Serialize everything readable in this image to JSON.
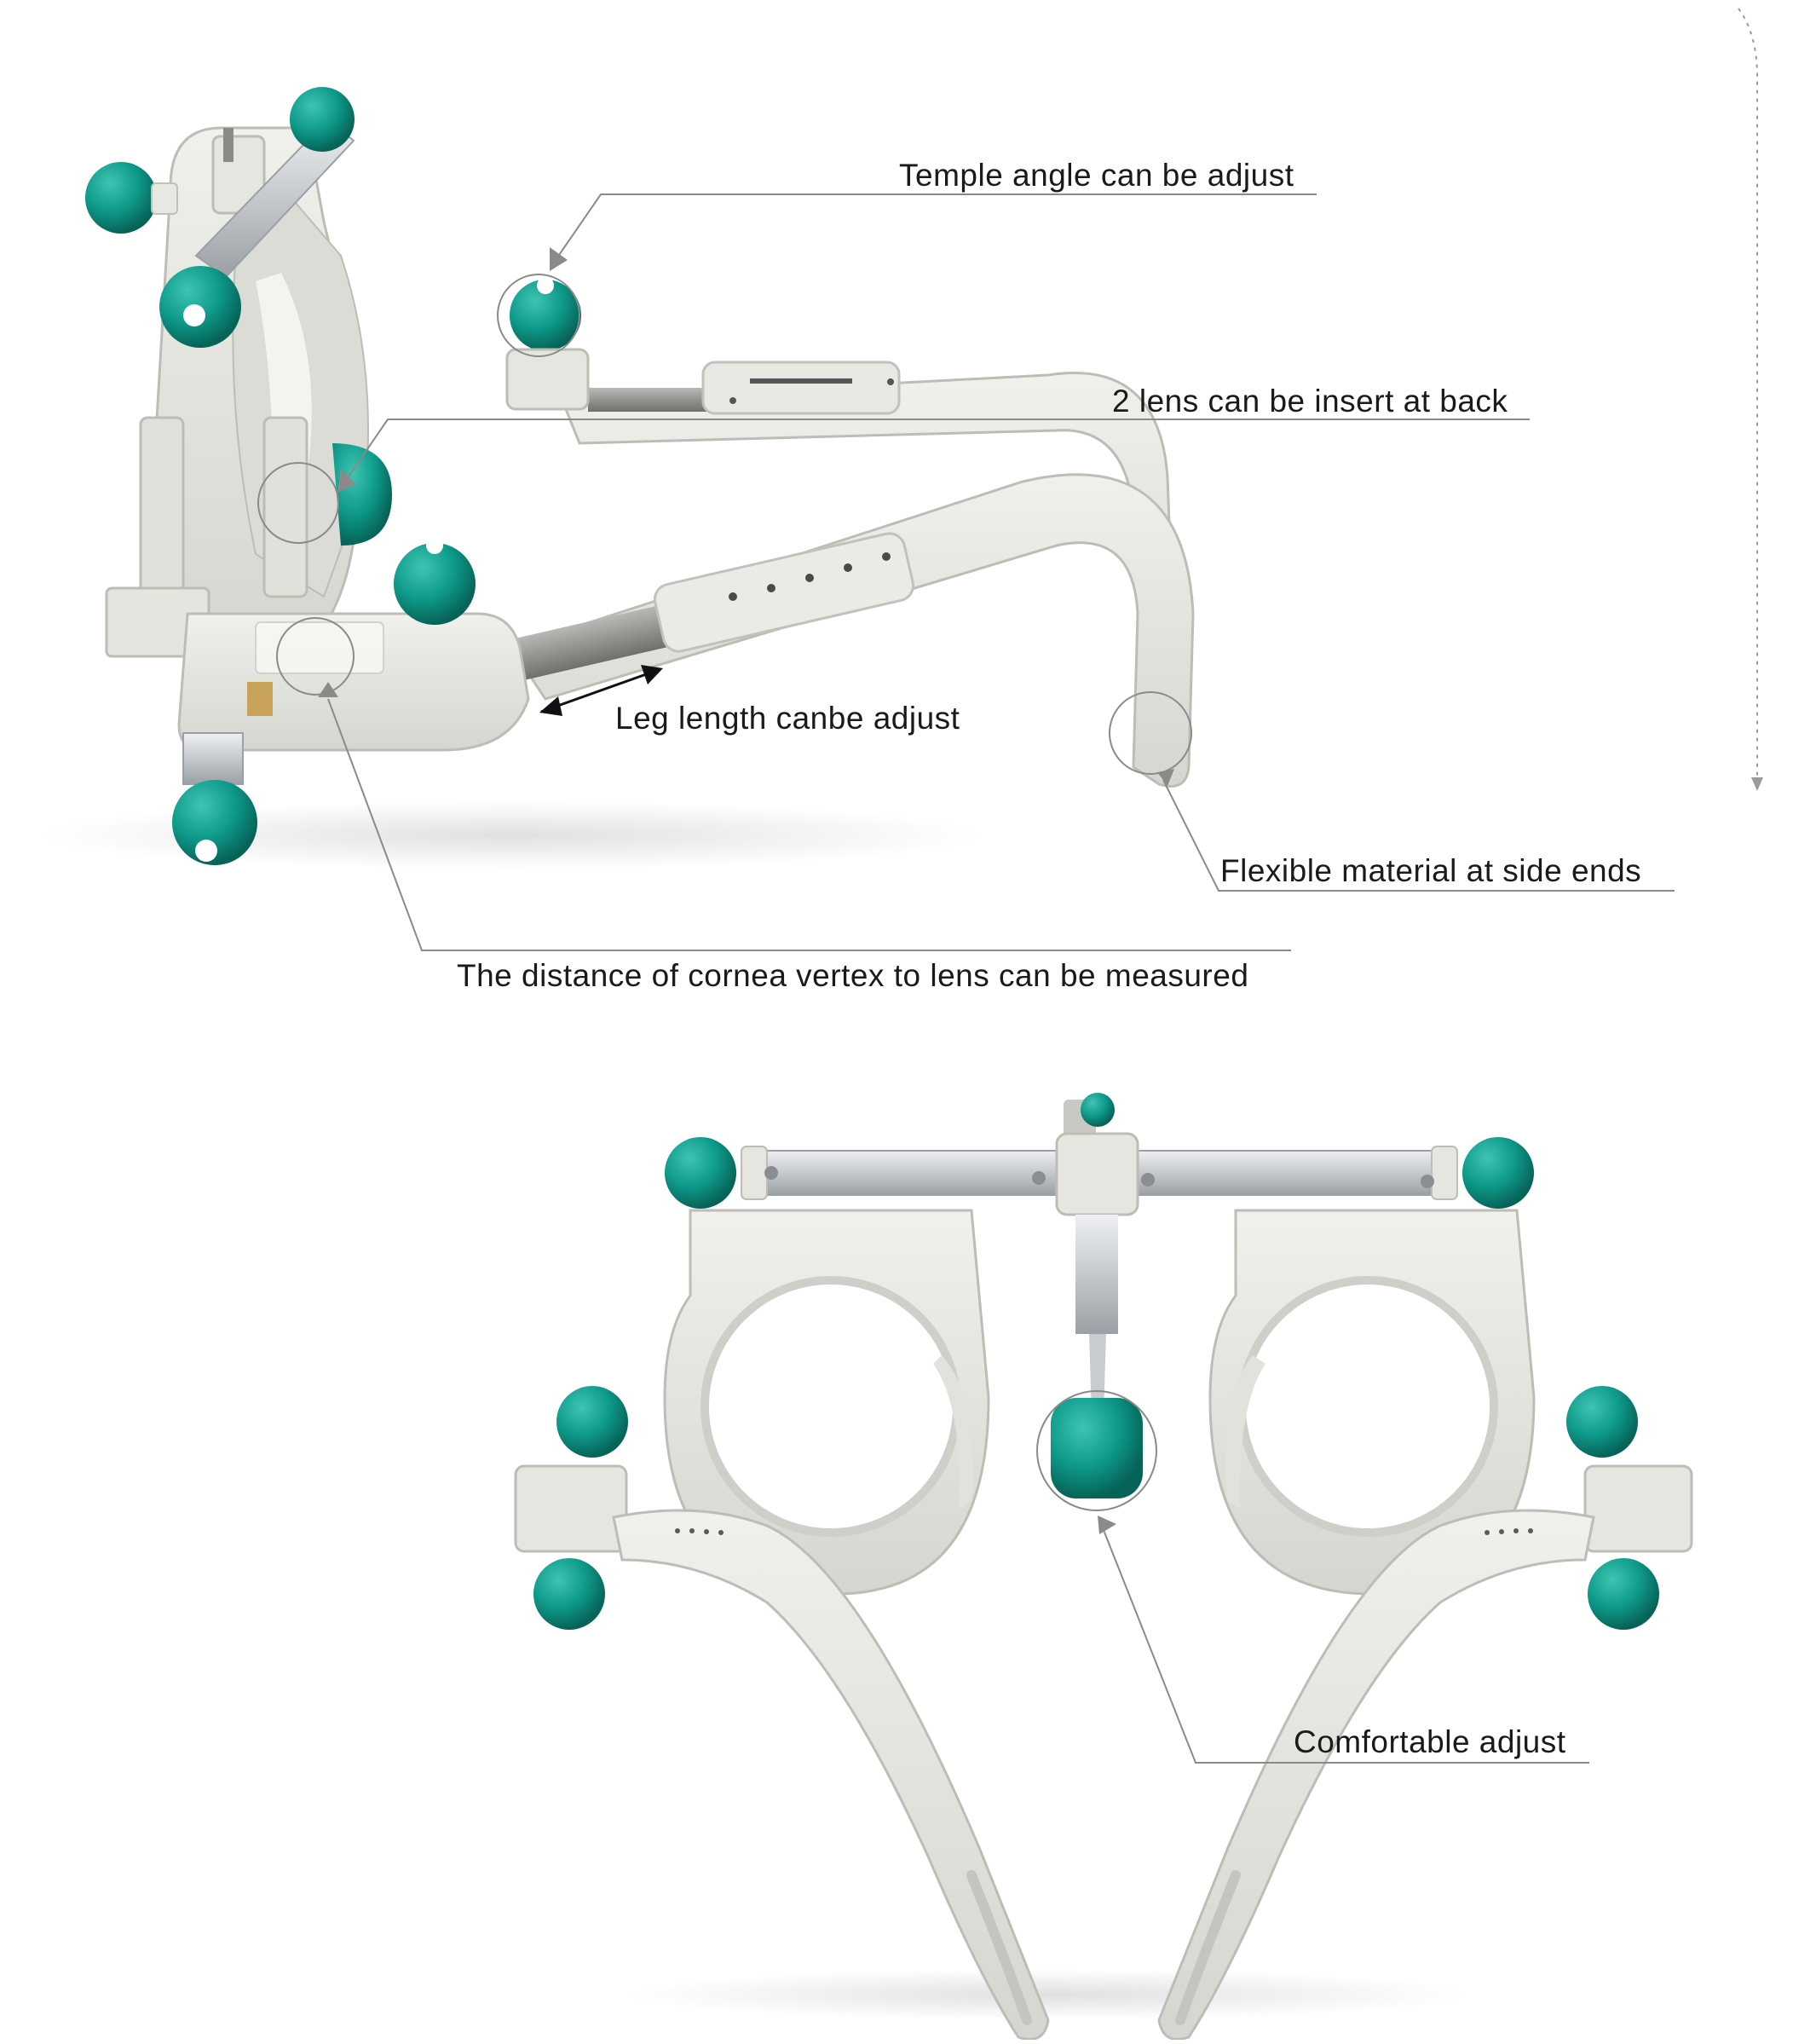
{
  "callouts": {
    "temple_angle": "Temple angle can be adjust",
    "lens_insert": "2 lens can be insert at back",
    "leg_length": "Leg length canbe adjust",
    "flexible_material": "Flexible material at side ends",
    "cornea_distance": "The distance of cornea vertex to lens can be measured",
    "comfortable_adjust": "Comfortable adjust"
  },
  "colors": {
    "frame": "#e6e6e1",
    "frame_shade": "#c9c9c3",
    "teal": "#0e9a8a",
    "teal_dark": "#087567",
    "metal": "#c7cbcf",
    "callout_line": "#8a8a8a",
    "text": "#1a1a1a"
  }
}
